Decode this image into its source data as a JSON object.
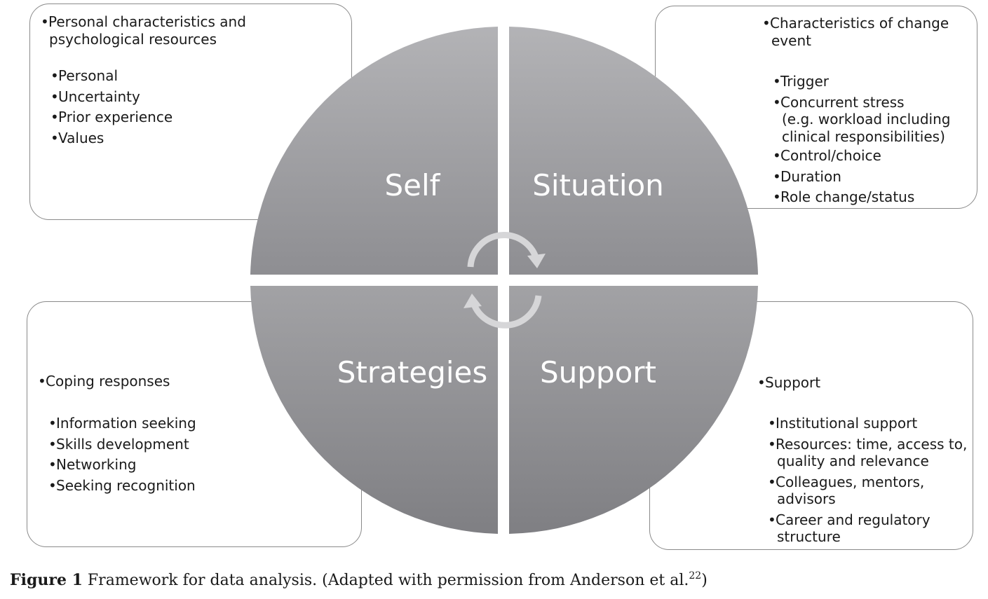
{
  "colors": {
    "quadrant_top": "#a9a9ac",
    "quadrant_bottom": "#86868a",
    "arrow": "#d4d4d6",
    "box_border": "#8a8a8a"
  },
  "quadrants": {
    "self": "Self",
    "situation": "Situation",
    "strategies": "Strategies",
    "support": "Support"
  },
  "boxes": {
    "self": {
      "heading_line1": "Personal characteristics and",
      "heading_line2": "psychological resources",
      "items": [
        "Personal",
        "Uncertainty",
        "Prior experience",
        "Values"
      ]
    },
    "situation": {
      "heading_line1": "Characteristics of change",
      "heading_line2": "event",
      "items": [
        "Trigger",
        "Concurrent stress",
        "Control/choice",
        "Duration",
        "Role change/status"
      ],
      "stress_note_line1": "(e.g. workload including",
      "stress_note_line2": "clinical responsibilities)"
    },
    "strategies": {
      "heading": "Coping responses",
      "items": [
        "Information seeking",
        "Skills development",
        "Networking",
        "Seeking recognition"
      ]
    },
    "support": {
      "heading": "Support",
      "items": [
        "Institutional support",
        "Resources: time, access to,",
        "Colleagues, mentors,",
        "Career and regulatory"
      ],
      "continuations": [
        "quality and relevance",
        "advisors",
        "structure"
      ]
    }
  },
  "caption": {
    "figure_label": "Figure 1",
    "text": "Framework for data analysis. (Adapted with permission from Anderson et al.",
    "reference": "22",
    "closing": ")"
  }
}
